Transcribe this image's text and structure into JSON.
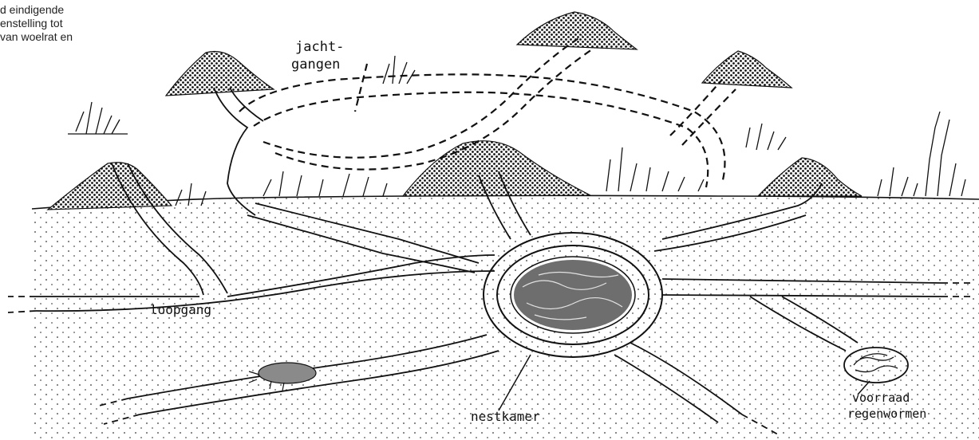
{
  "caption_lines": [
    "d eindigende",
    "enstelling tot",
    "van woelrat en"
  ],
  "labels": {
    "jacht": "jacht-",
    "gangen": "gangen",
    "loopgang": "loopgang",
    "nestkamer": "nestkamer",
    "voorraad": "voorraad",
    "regenwormen": "regenwormen"
  },
  "colors": {
    "ink": "#111111",
    "paper": "#ffffff",
    "nest_fill": "#555555",
    "mole_fill": "#8a8a8a"
  }
}
